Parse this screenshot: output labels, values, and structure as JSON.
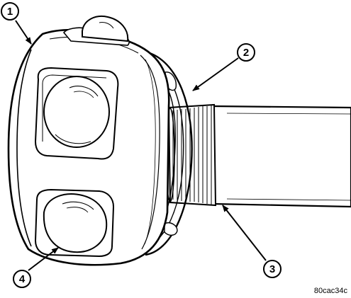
{
  "callouts": [
    {
      "label": "1"
    },
    {
      "label": "2"
    },
    {
      "label": "3"
    },
    {
      "label": "4"
    }
  ],
  "figure_id": "80cac34c",
  "colors": {
    "line": "#000000",
    "background": "#ffffff"
  }
}
